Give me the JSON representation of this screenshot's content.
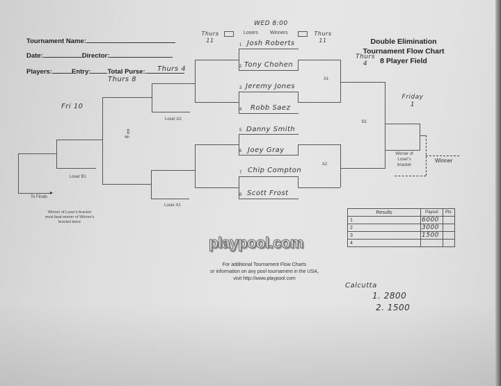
{
  "header": {
    "tournament_name_label": "Tournament Name:",
    "date_label": "Date:",
    "director_label": "Director:",
    "players_label": "Players:",
    "entry_label": "Entry:",
    "total_purse_label": "Total  Purse:"
  },
  "title": [
    "Double Elimination",
    "Tournament Flow Chart",
    "8 Player Field"
  ],
  "top": {
    "losers": "Losers",
    "winners": "Winners",
    "start_time": "WED 8:00",
    "left_time": "Thurs 11",
    "right_time": "Thurs 11"
  },
  "players": [
    {
      "seed": "1",
      "name": "Josh Roberts"
    },
    {
      "seed": "2",
      "name": "Tony Chohen"
    },
    {
      "seed": "3",
      "name": "Jeremy Jones"
    },
    {
      "seed": "4",
      "name": "Robb Saez"
    },
    {
      "seed": "5",
      "name": "Danny Smith"
    },
    {
      "seed": "6",
      "name": "Joey Gray"
    },
    {
      "seed": "7",
      "name": "Chip Compton"
    },
    {
      "seed": "8",
      "name": "Scott Frost"
    }
  ],
  "labels": {
    "a1": "A1",
    "a2": "A2",
    "b1": "B1",
    "loser_a1": "Loser A1",
    "loser_a2": "Loser A2",
    "loser_b1": "Loser B1",
    "to_finals": "To Finals",
    "fourth": "4th",
    "winner_of_losers": "Winner of Loser's bracket",
    "winner": "Winner",
    "note": [
      "Winner of Loser's bracket",
      "must beat winner of Winner's",
      "bracket twice"
    ]
  },
  "handwritten": {
    "purse_note": "Thurs 4",
    "thurs8": "Thurs 8",
    "fri10": "Fri 10",
    "thurs4": "Thurs 4",
    "friday": "Friday 1",
    "calcutta": "Calcutta",
    "calcutta_1": "1. 2800",
    "calcutta_2": "2. 1500"
  },
  "results": {
    "headers": [
      "Results",
      "Payout",
      "Pts"
    ],
    "rows": [
      {
        "place": "1",
        "payout": "6000",
        "pts": ""
      },
      {
        "place": "2",
        "payout": "3000",
        "pts": ""
      },
      {
        "place": "3",
        "payout": "1500",
        "pts": ""
      },
      {
        "place": "4",
        "payout": "",
        "pts": ""
      }
    ]
  },
  "logo": "playpool.com",
  "footer": [
    "For additional Tournament Flow Charts",
    "or information on any pool tournament in the USA,",
    "visit http://www.playpool.com"
  ]
}
